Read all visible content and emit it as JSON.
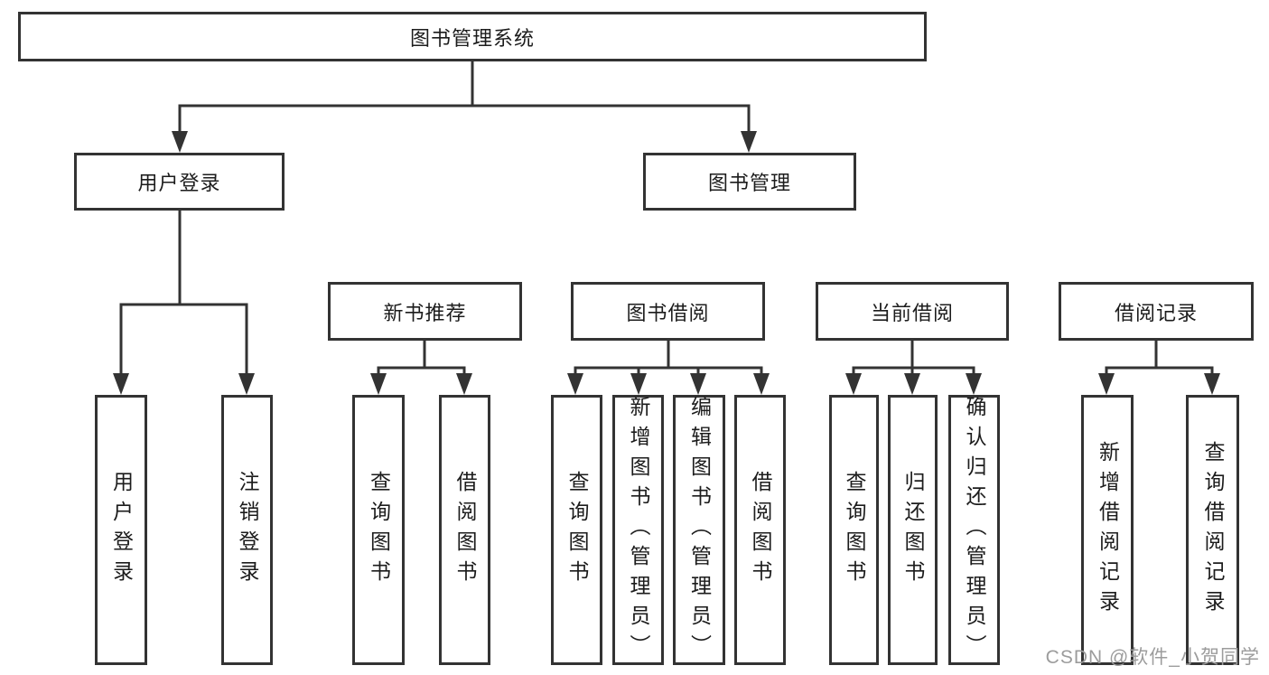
{
  "diagram": {
    "type": "tree",
    "title": "图书管理系统",
    "colors": {
      "line": "#333333",
      "text": "#1c1c1c",
      "box_fill": "#ffffff",
      "watermark": "#9c9c9c",
      "background": "#ffffff"
    },
    "nodes": {
      "root": {
        "label": "图书管理系统"
      },
      "user_login": {
        "label": "用户登录"
      },
      "book_mgmt": {
        "label": "图书管理"
      },
      "new_book_rec": {
        "label": "新书推荐"
      },
      "book_borrow": {
        "label": "图书借阅"
      },
      "current_borrow": {
        "label": "当前借阅"
      },
      "borrow_records": {
        "label": "借阅记录"
      },
      "leaf_user_login": {
        "label": "用户登录"
      },
      "leaf_logout": {
        "label": "注销登录"
      },
      "leaf_query_books_1": {
        "label": "查询图书"
      },
      "leaf_borrow_books_1": {
        "label": "借阅图书"
      },
      "leaf_query_books_2": {
        "label": "查询图书"
      },
      "leaf_add_books": {
        "label": "新增图书（管理员）"
      },
      "leaf_edit_books": {
        "label": "编辑图书（管理员）"
      },
      "leaf_borrow_books_2": {
        "label": "借阅图书"
      },
      "leaf_query_books_3": {
        "label": "查询图书"
      },
      "leaf_return_books": {
        "label": "归还图书"
      },
      "leaf_confirm_return": {
        "label": "确认归还（管理员）"
      },
      "leaf_add_borrow_record": {
        "label": "新增借阅记录"
      },
      "leaf_query_borrow_record": {
        "label": "查询借阅记录"
      }
    },
    "hierarchy": {
      "root": [
        "user_login",
        "book_mgmt"
      ],
      "user_login": [
        "leaf_user_login",
        "leaf_logout"
      ],
      "book_mgmt": [
        "new_book_rec",
        "book_borrow",
        "current_borrow",
        "borrow_records"
      ],
      "new_book_rec": [
        "leaf_query_books_1",
        "leaf_borrow_books_1"
      ],
      "book_borrow": [
        "leaf_query_books_2",
        "leaf_add_books",
        "leaf_edit_books",
        "leaf_borrow_books_2"
      ],
      "current_borrow": [
        "leaf_query_books_3",
        "leaf_return_books",
        "leaf_confirm_return"
      ],
      "borrow_records": [
        "leaf_add_borrow_record",
        "leaf_query_borrow_record"
      ]
    },
    "watermark": "CSDN @软件_小贺同学"
  }
}
